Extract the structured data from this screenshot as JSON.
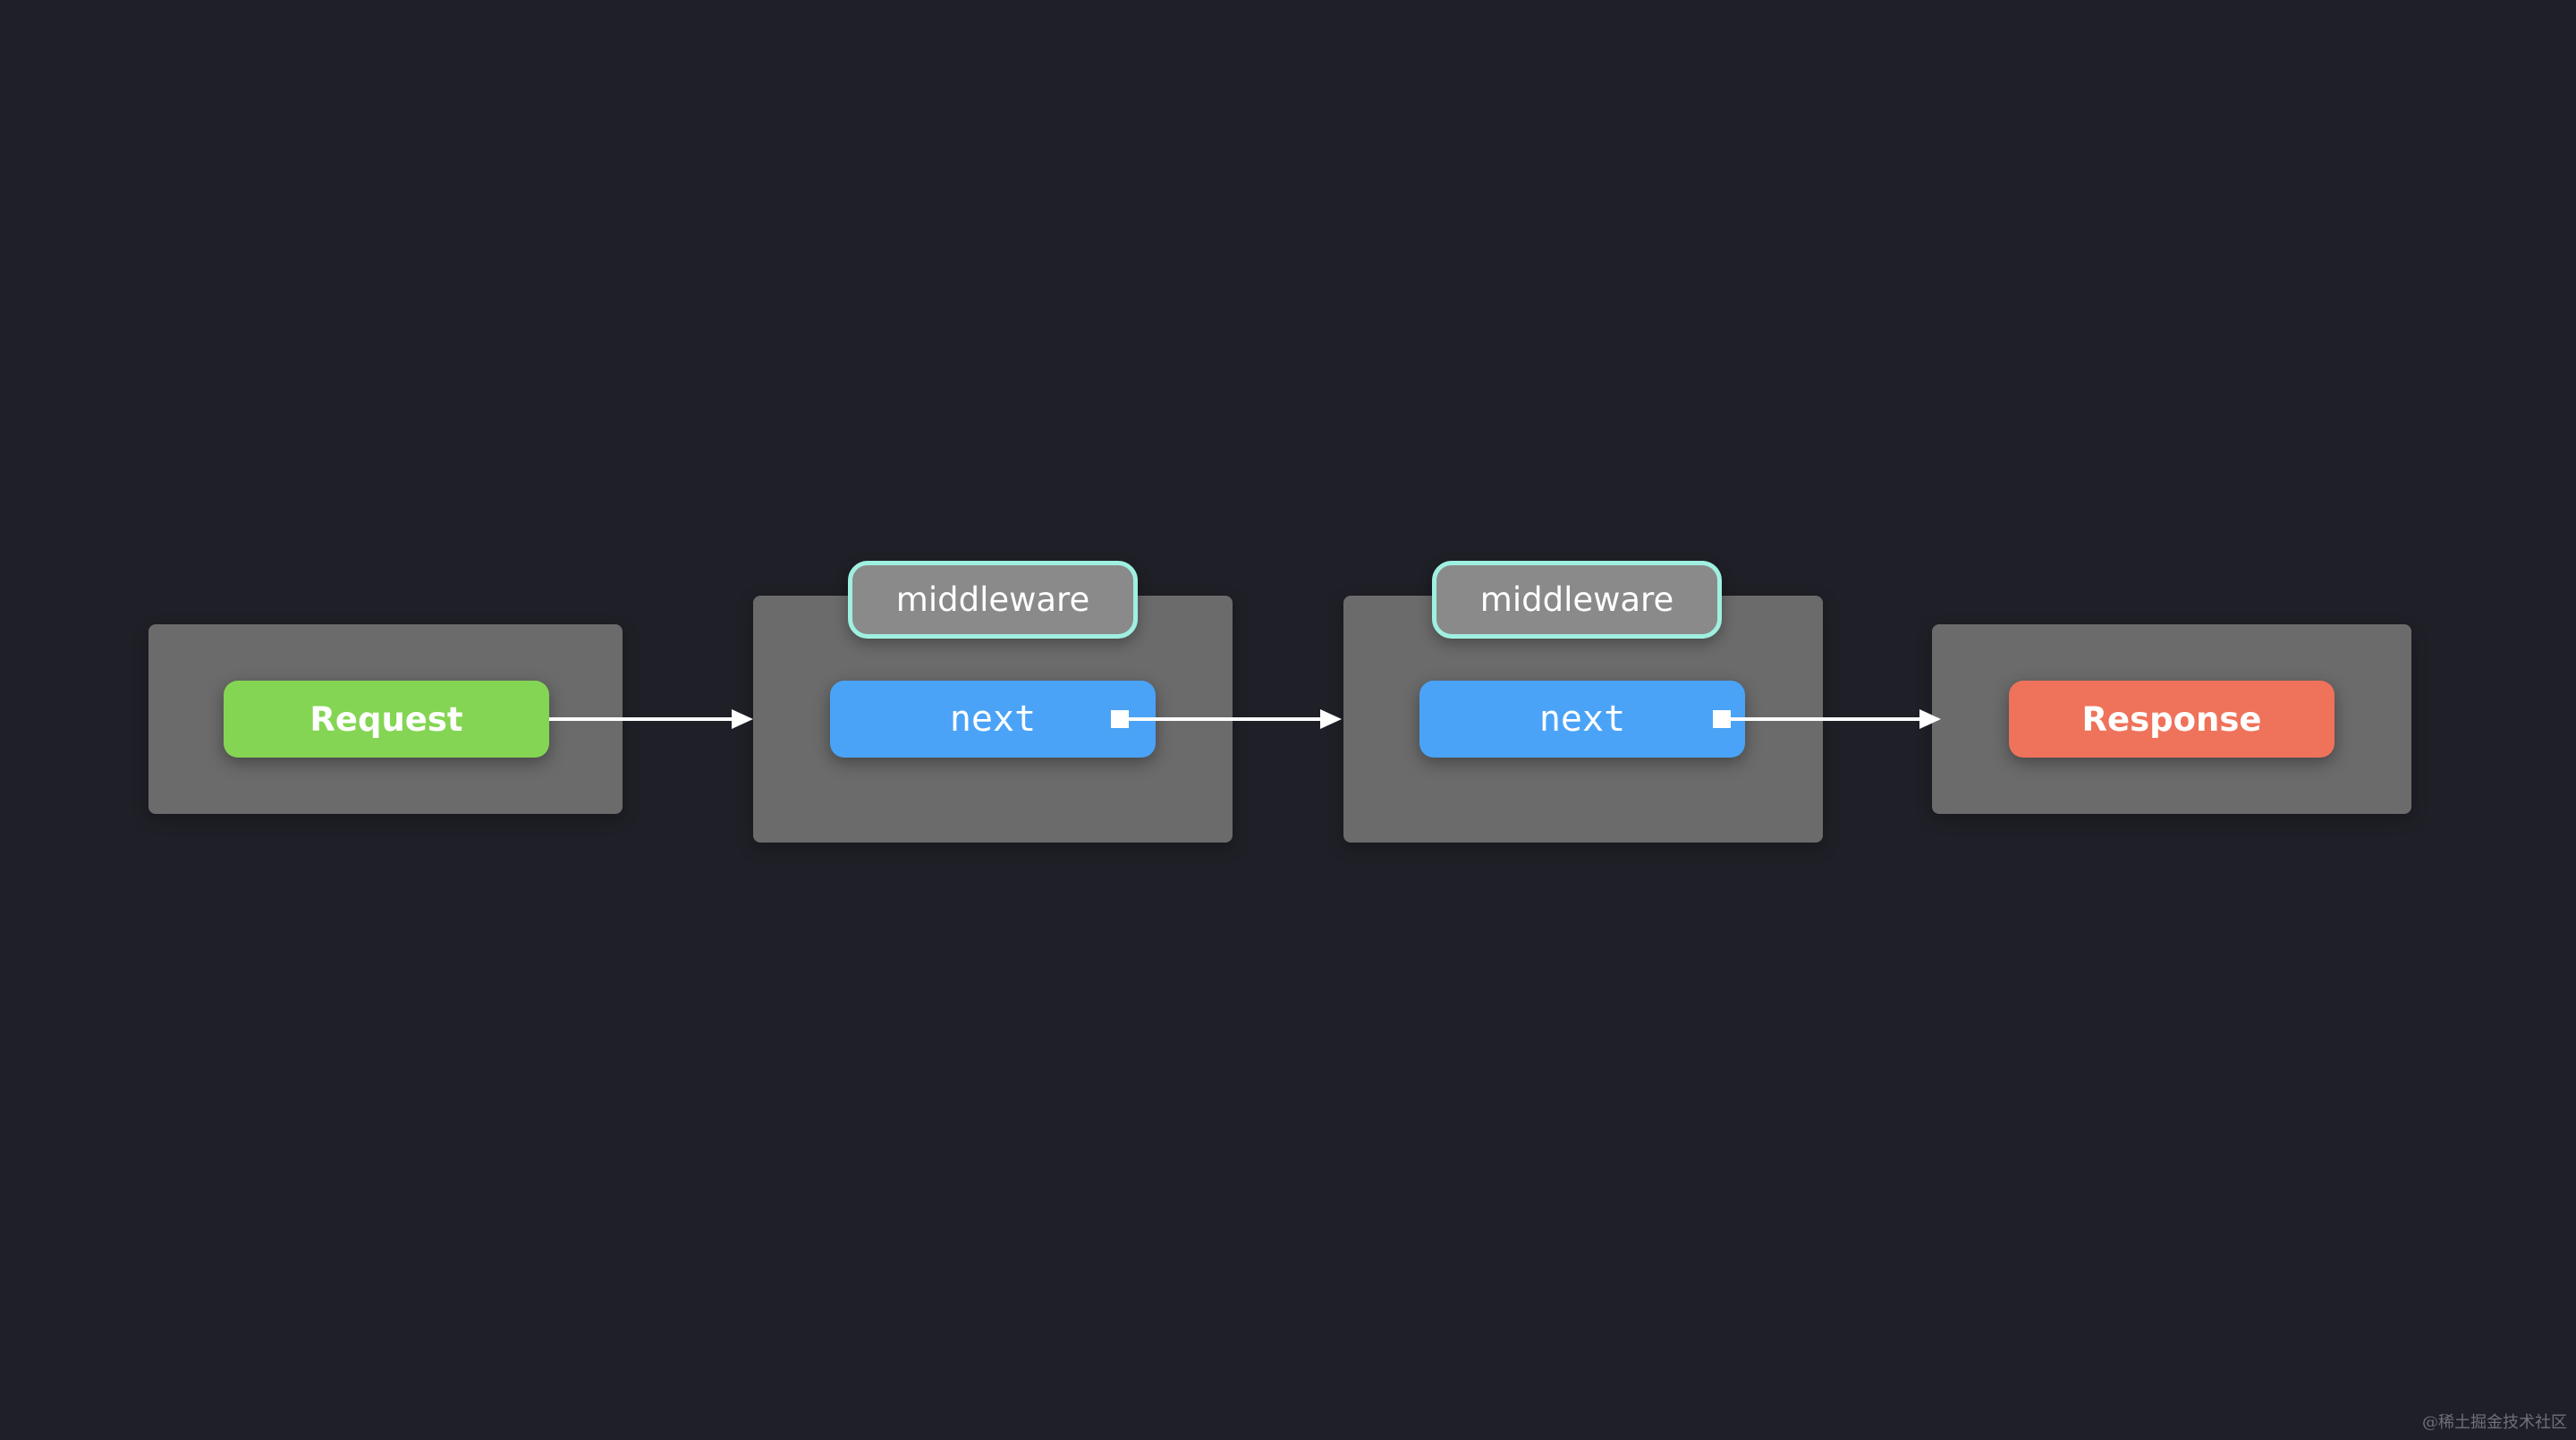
{
  "diagram": {
    "nodes": {
      "request": {
        "label": "Request",
        "color": "#84d553"
      },
      "middleware1": {
        "tag": "middleware",
        "next_label": "next"
      },
      "middleware2": {
        "tag": "middleware",
        "next_label": "next"
      },
      "response": {
        "label": "Response",
        "color": "#ef725b"
      }
    },
    "edges": [
      {
        "from": "request",
        "to": "middleware1"
      },
      {
        "from": "middleware1.next",
        "to": "middleware2"
      },
      {
        "from": "middleware2.next",
        "to": "response"
      }
    ],
    "colors": {
      "background": "#1f2027",
      "box": "#6b6b6b",
      "next": "#4aa3f7",
      "middleware_tag": "#8a8a8a",
      "middleware_border": "#9ff0e0",
      "arrow": "#ffffff"
    }
  },
  "watermark": "@稀土掘金技术社区"
}
